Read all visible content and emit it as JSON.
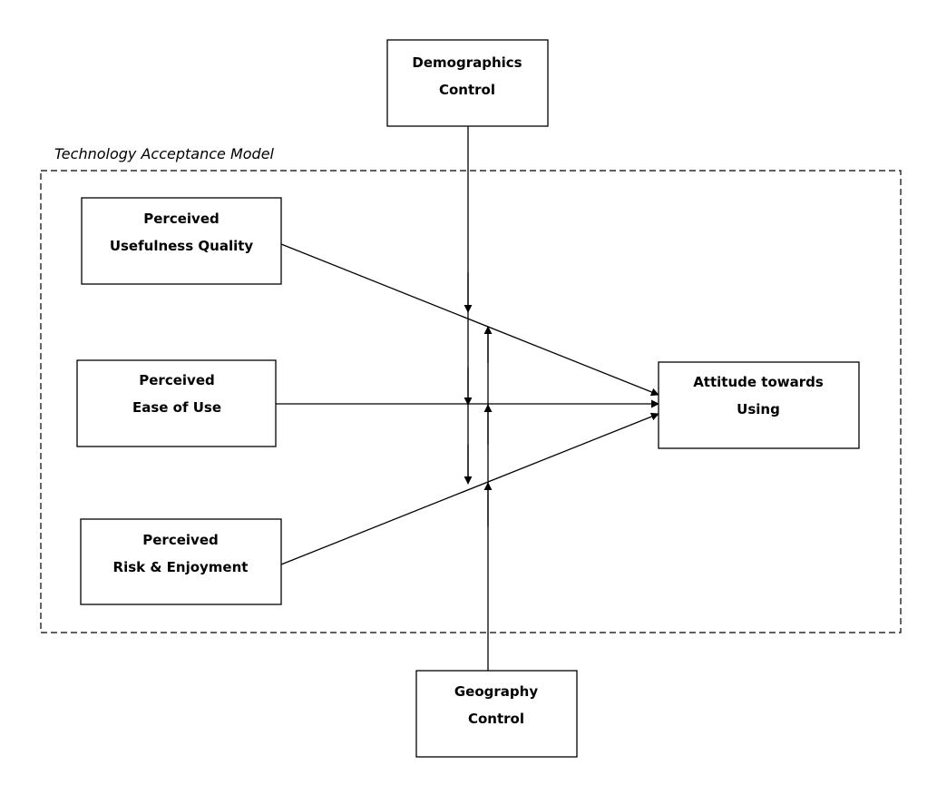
{
  "frame": {
    "label": "Technology Acceptance Model"
  },
  "nodes": {
    "demographics": {
      "lines": [
        "Demographics",
        "Control"
      ]
    },
    "usefulness": {
      "lines": [
        "Perceived",
        "Usefulness Quality"
      ]
    },
    "ease": {
      "lines": [
        "Perceived",
        "Ease of Use"
      ]
    },
    "risk": {
      "lines": [
        "Perceived",
        "Risk & Enjoyment"
      ]
    },
    "attitude": {
      "lines": [
        "Attitude towards",
        "Using"
      ]
    },
    "geography": {
      "lines": [
        "Geography",
        "Control"
      ]
    }
  },
  "edges": [
    {
      "from": "usefulness",
      "to": "attitude"
    },
    {
      "from": "ease",
      "to": "attitude"
    },
    {
      "from": "risk",
      "to": "attitude"
    },
    {
      "from": "demographics",
      "to": "usefulness-path",
      "kind": "moderation"
    },
    {
      "from": "demographics",
      "to": "ease-path",
      "kind": "moderation"
    },
    {
      "from": "demographics",
      "to": "risk-path",
      "kind": "moderation"
    },
    {
      "from": "geography",
      "to": "usefulness-path",
      "kind": "moderation"
    },
    {
      "from": "geography",
      "to": "ease-path",
      "kind": "moderation"
    },
    {
      "from": "geography",
      "to": "risk-path",
      "kind": "moderation"
    }
  ],
  "colors": {
    "stroke": "#000000",
    "background": "#ffffff"
  }
}
